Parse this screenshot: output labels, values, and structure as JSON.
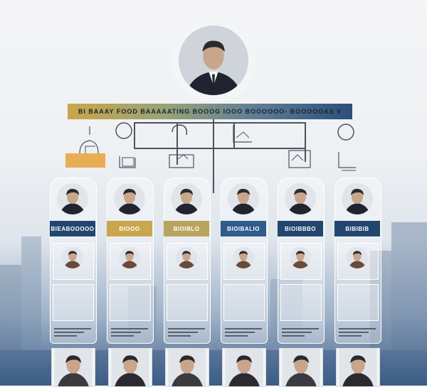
{
  "colors": {
    "gold": "#caa64c",
    "navy": "#23466f",
    "line": "#4b5360",
    "skin": "#c9a58c",
    "hair": "#2b2a2c"
  },
  "banner": {
    "text": "BI BAAAY FOOD BAAAAATING BOOOG IOOO BOOOOOO-  BOOOOOAS V"
  },
  "departments": [
    {
      "label": "BIEABOOOOO",
      "color": "#23466f"
    },
    {
      "label": "BIOOO",
      "color": "#caa64c"
    },
    {
      "label": "BIOIBLO",
      "color": "#b9a45e"
    },
    {
      "label": "BIOIBALIO",
      "color": "#2e5c8c"
    },
    {
      "label": "BIOIBBBO",
      "color": "#23466f"
    },
    {
      "label": "BIBIBIB",
      "color": "#23466f"
    }
  ],
  "icons": {
    "ceo": "person-portrait-icon",
    "department": "person-portrait-icon",
    "wireframe": "wireframe-figure-icon"
  }
}
